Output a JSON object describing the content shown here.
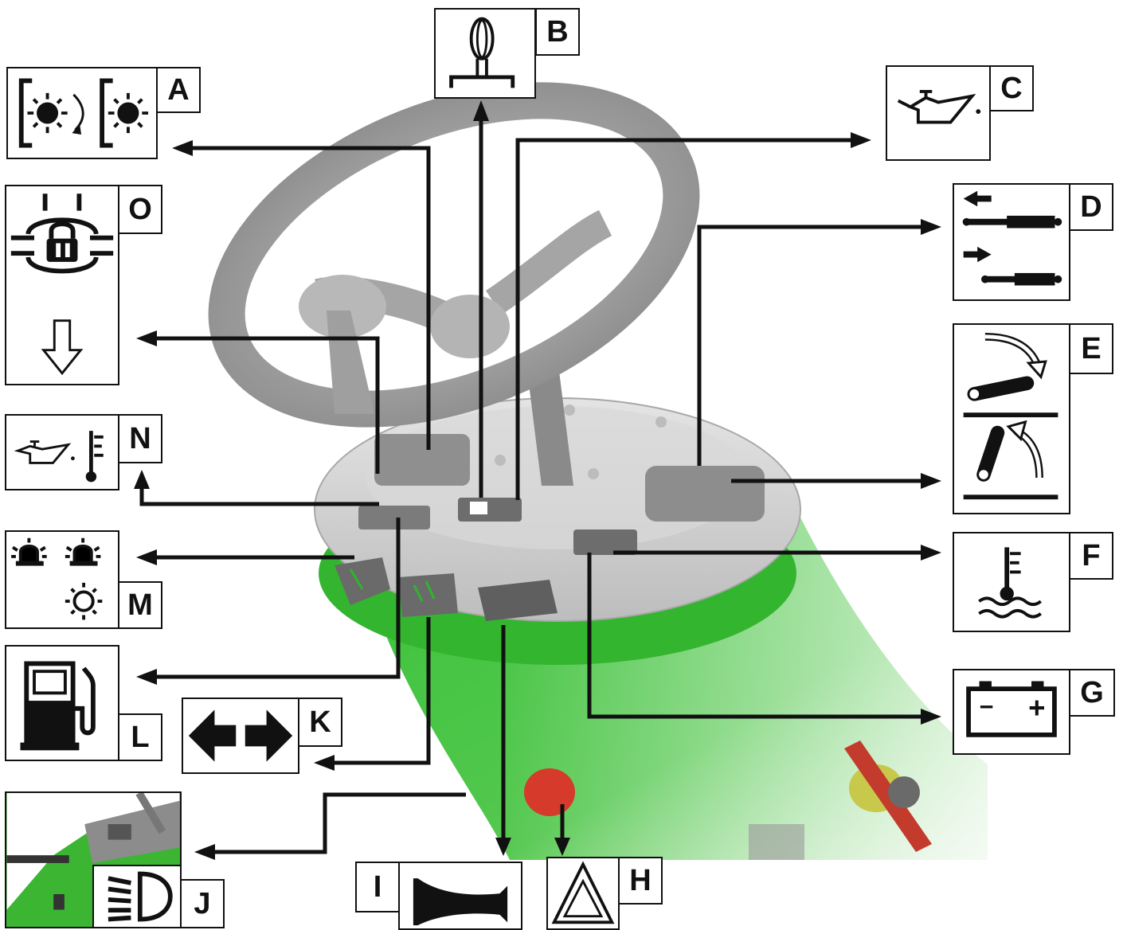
{
  "diagram": {
    "subject": "operator console with steering wheel",
    "colors": {
      "line": "#111111",
      "console_green": "#2fb52a",
      "console_grey": "#c8c8c8",
      "wheel_grey": "#9a9a9a"
    },
    "labels": [
      {
        "key": "A",
        "letter": "A",
        "icon": "work-lights-icon"
      },
      {
        "key": "B",
        "letter": "B",
        "icon": "glow-plug-icon"
      },
      {
        "key": "C",
        "letter": "C",
        "icon": "oil-pressure-icon"
      },
      {
        "key": "D",
        "letter": "D",
        "icon": "hydraulic-cylinder-icon"
      },
      {
        "key": "E",
        "letter": "E",
        "icon": "arm-raise-lower-icon"
      },
      {
        "key": "F",
        "letter": "F",
        "icon": "coolant-temperature-icon"
      },
      {
        "key": "G",
        "letter": "G",
        "icon": "battery-icon"
      },
      {
        "key": "H",
        "letter": "H",
        "icon": "hazard-warning-icon"
      },
      {
        "key": "I",
        "letter": "I",
        "icon": "horn-icon"
      },
      {
        "key": "J",
        "letter": "J",
        "icon": "headlight-icon"
      },
      {
        "key": "K",
        "letter": "K",
        "icon": "turn-signal-icon"
      },
      {
        "key": "L",
        "letter": "L",
        "icon": "fuel-icon"
      },
      {
        "key": "M",
        "letter": "M",
        "icon": "beacon-icon"
      },
      {
        "key": "N",
        "letter": "N",
        "icon": "oil-temperature-icon"
      },
      {
        "key": "O",
        "letter": "O",
        "icon": "differential-lock-icon"
      }
    ],
    "battery_signs": {
      "minus": "−",
      "plus": "+"
    }
  }
}
